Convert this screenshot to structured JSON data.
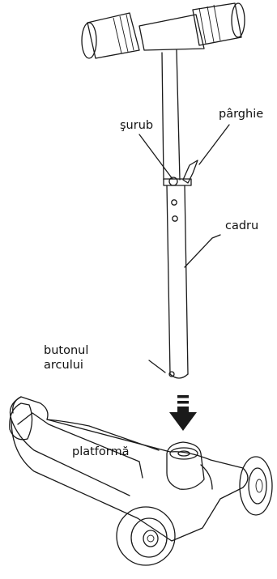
{
  "labels": {
    "surub": "şurub",
    "parghie": "pârghie",
    "cadru": "cadru",
    "butonul_line1": "butonul",
    "butonul_line2": "arcului",
    "platforma": "platformă"
  }
}
